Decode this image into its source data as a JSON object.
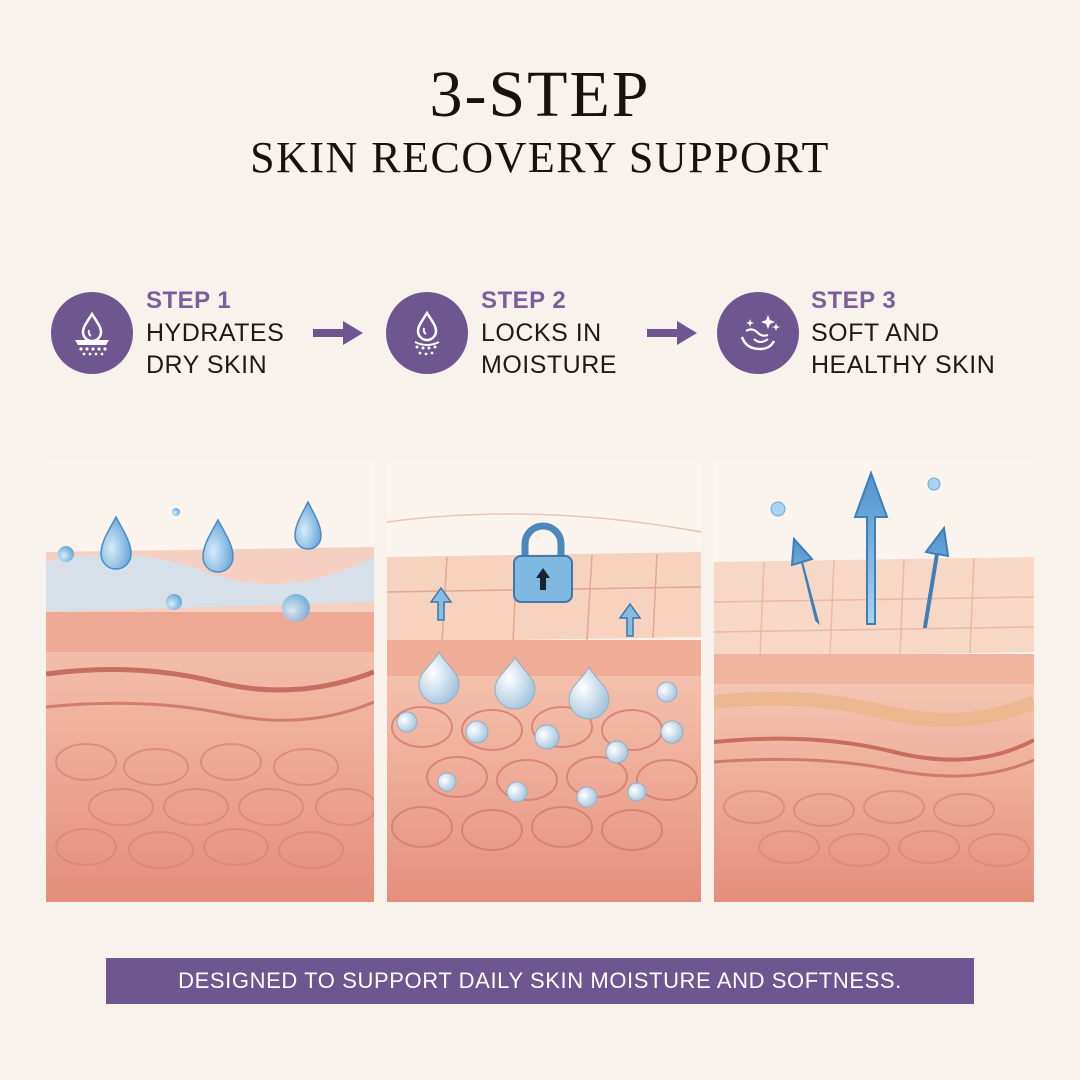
{
  "header": {
    "title": "3-STEP",
    "subtitle": "SKIN RECOVERY SUPPORT"
  },
  "steps": [
    {
      "label": "STEP 1",
      "line1": "HYDRATES",
      "line2": "DRY SKIN",
      "icon": "droplet-hydration-icon"
    },
    {
      "label": "STEP 2",
      "line1": "LOCKS IN",
      "line2": "MOISTURE",
      "icon": "droplet-lock-icon"
    },
    {
      "label": "STEP 3",
      "line1": "SOFT AND",
      "line2": "HEALTHY SKIN",
      "icon": "sparkle-skin-icon"
    }
  ],
  "panels": [
    {
      "illustration": "skin-layers-hydration-droplets"
    },
    {
      "illustration": "skin-layers-padlock-moisture"
    },
    {
      "illustration": "skin-layers-upward-arrows"
    }
  ],
  "banner": {
    "text": "DESIGNED TO SUPPORT DAILY SKIN MOISTURE AND SOFTNESS."
  },
  "colors": {
    "background": "#f8f2ec",
    "accent_purple": "#6e5690",
    "label_purple": "#7a5f9c",
    "skin_pink": "#e9998a",
    "water_blue": "#7fb6de"
  }
}
